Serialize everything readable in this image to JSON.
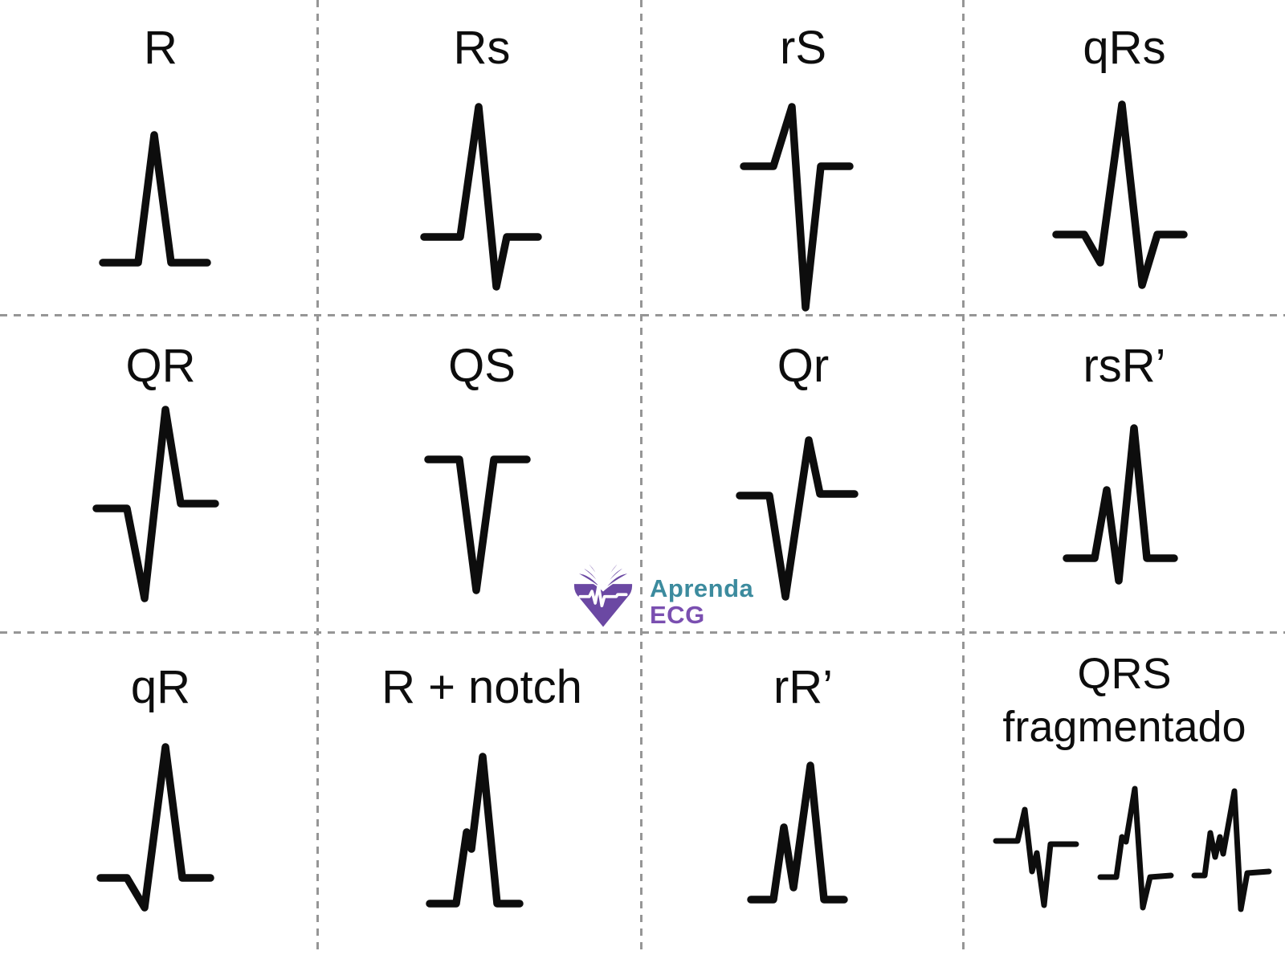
{
  "page": {
    "background": "#ffffff",
    "waveform_color": "#0d0d0d",
    "divider_color": "#969696"
  },
  "logo": {
    "title_line1": "Aprenda",
    "title_line2": "ECG",
    "color_line1": "#3c8b9e",
    "color_line2": "#7a4fb0",
    "icon_color": "#6b48a3",
    "icon": "open-book-heart-ecg"
  },
  "cells": [
    {
      "label": "R",
      "wave": "128,327 172,327 192,168 213,327 258,327"
    },
    {
      "label": "Rs",
      "wave": "128,295 173,295 196,133 218,357 231,295 270,295"
    },
    {
      "label": "rS",
      "wave": "126,207 163,207 186,133 203,383 222,207 258,207"
    },
    {
      "label": "qRs",
      "wave": "115,292 150,292 170,327 197,130 222,355 241,292 274,292"
    },
    {
      "label": "QR",
      "wave": "120,243 158,243 180,355 206,120 225,237 268,237"
    },
    {
      "label": "QS",
      "wave": "133,182 172,182 193,345 215,182 256,182"
    },
    {
      "label": "Qr",
      "wave": "121,227 158,227 178,353 207,158 221,225 264,225"
    },
    {
      "label": "rsR’",
      "wave": "128,305 163,305 178,220 193,333 212,143 228,305 262,305"
    },
    {
      "label": "qR",
      "wave": "125,303 158,303 180,340 206,140 227,303 262,303"
    },
    {
      "label": "R + notch",
      "wave": "135,335 168,335 181,246 187,267 201,152 219,335 247,335"
    },
    {
      "label": "rR’",
      "wave": "135,330 163,330 176,240 188,315 209,163 226,330 251,330"
    },
    {
      "label": "QRS fragmentado",
      "label_lines": [
        "QRS",
        "fragmentado"
      ],
      "waves": [
        "40,257 67,257 76,218 85,295 91,272 100,337 108,261 140,261",
        "170,302 190,302 197,252 202,258 213,192 223,340 232,302 258,300",
        "287,300 300,300 307,247 313,277 319,252 323,273 337,195 345,342 353,297 380,295"
      ]
    }
  ]
}
